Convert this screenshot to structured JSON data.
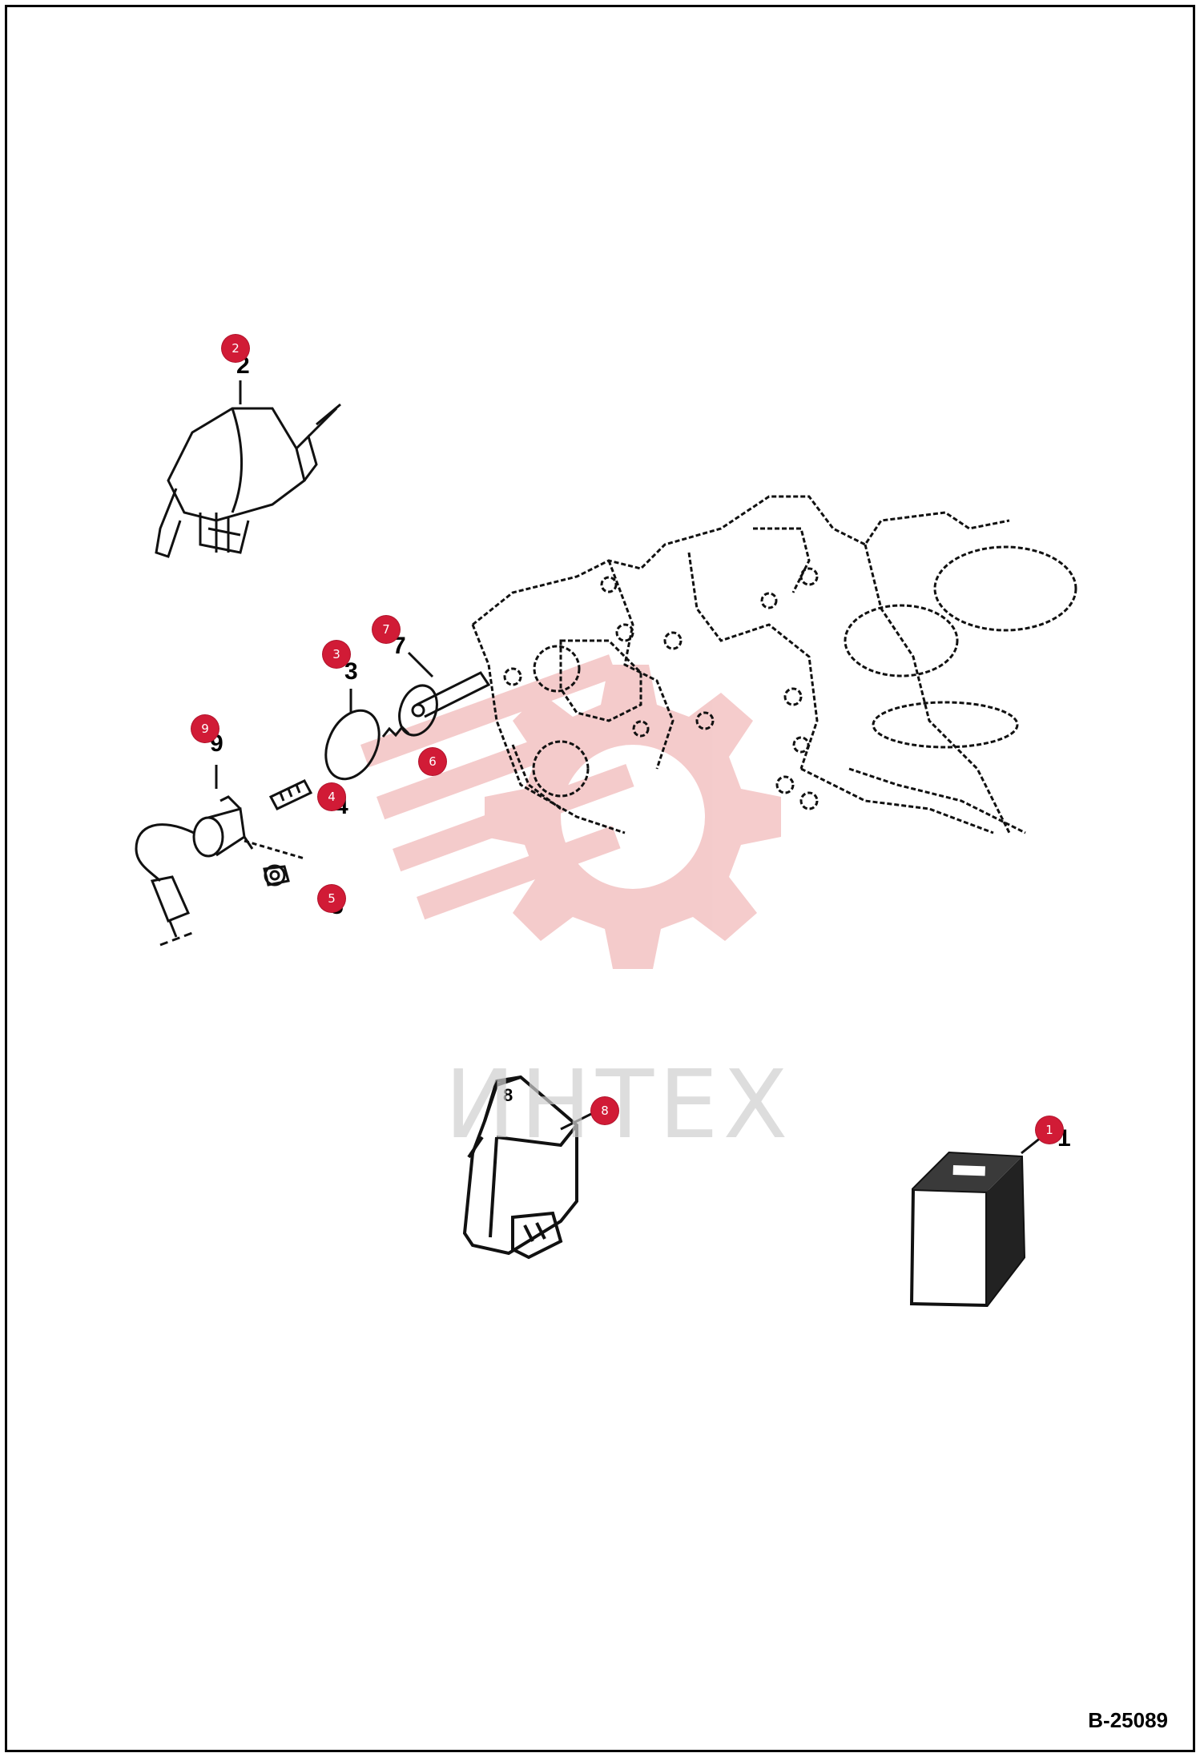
{
  "diagram": {
    "reference_code": "B-25089",
    "watermark_text": "ИНТЕХ",
    "accent_color": "#d11b36",
    "watermark_color": "#f1b8b8",
    "callouts": [
      {
        "id": "callout-1",
        "label": "1"
      },
      {
        "id": "callout-2",
        "label": "2"
      },
      {
        "id": "callout-3",
        "label": "3"
      },
      {
        "id": "callout-4",
        "label": "4"
      },
      {
        "id": "callout-5",
        "label": "5"
      },
      {
        "id": "callout-6",
        "label": "6"
      },
      {
        "id": "callout-7",
        "label": "7"
      },
      {
        "id": "callout-8",
        "label": "8"
      },
      {
        "id": "callout-9",
        "label": "9"
      }
    ],
    "part_numbers": {
      "n2": "2",
      "n3": "3",
      "n7": "7",
      "n9": "9",
      "n4": "4",
      "n6": "6",
      "n5": "5",
      "n8": "8",
      "n1": "1"
    }
  }
}
